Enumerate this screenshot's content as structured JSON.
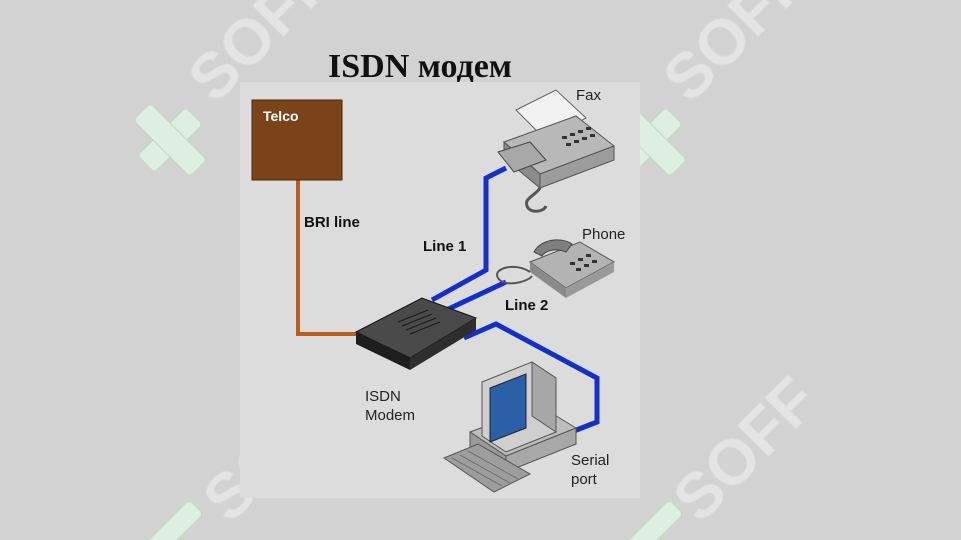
{
  "slide": {
    "title": "ISDN модем",
    "watermark_text": "SOFF"
  },
  "diagram": {
    "telco_label": "Telco",
    "bri_line_label": "BRI line",
    "line1_label": "Line 1",
    "line2_label": "Line 2",
    "fax_label": "Fax",
    "phone_label": "Phone",
    "modem_label_line1": "ISDN",
    "modem_label_line2": "Modem",
    "serial_label_line1": "Serial",
    "serial_label_line2": "port"
  },
  "colors": {
    "background": "#d3d2d3",
    "panel": "#dcdcdc",
    "telco_box": "#7b4319",
    "bri_cable": "#b85e1e",
    "line_cable": "#1530c8",
    "watermark_green": "#b9dcc0"
  }
}
